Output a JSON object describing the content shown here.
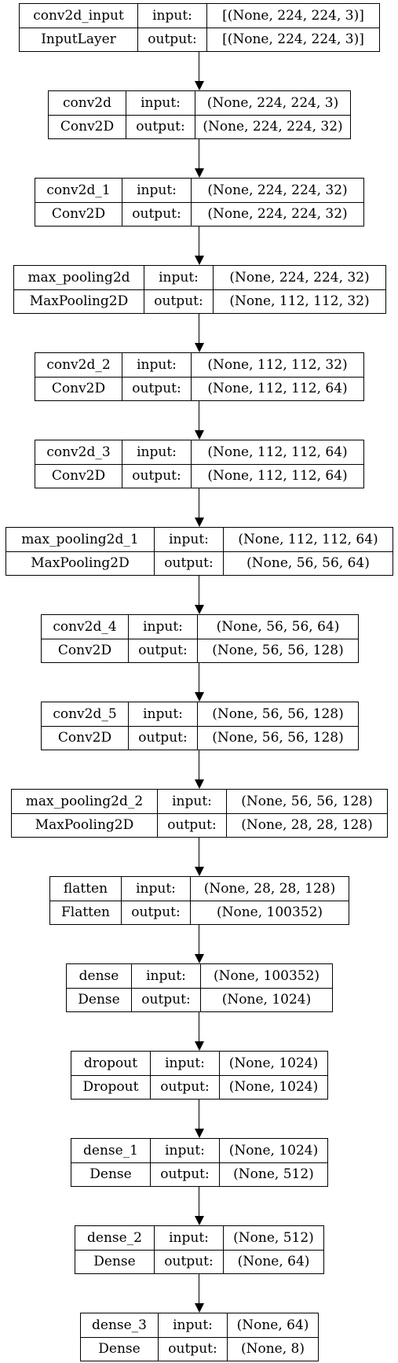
{
  "labels": {
    "input": "input:",
    "output": "output:"
  },
  "layers": [
    {
      "name": "conv2d_input",
      "type": "InputLayer",
      "input_shape": "[(None, 224, 224, 3)]",
      "output_shape": "[(None, 224, 224, 3)]"
    },
    {
      "name": "conv2d",
      "type": "Conv2D",
      "input_shape": "(None, 224, 224, 3)",
      "output_shape": "(None, 224, 224, 32)"
    },
    {
      "name": "conv2d_1",
      "type": "Conv2D",
      "input_shape": "(None, 224, 224, 32)",
      "output_shape": "(None, 224, 224, 32)"
    },
    {
      "name": "max_pooling2d",
      "type": "MaxPooling2D",
      "input_shape": "(None, 224, 224, 32)",
      "output_shape": "(None, 112, 112, 32)"
    },
    {
      "name": "conv2d_2",
      "type": "Conv2D",
      "input_shape": "(None, 112, 112, 32)",
      "output_shape": "(None, 112, 112, 64)"
    },
    {
      "name": "conv2d_3",
      "type": "Conv2D",
      "input_shape": "(None, 112, 112, 64)",
      "output_shape": "(None, 112, 112, 64)"
    },
    {
      "name": "max_pooling2d_1",
      "type": "MaxPooling2D",
      "input_shape": "(None, 112, 112, 64)",
      "output_shape": "(None, 56, 56, 64)"
    },
    {
      "name": "conv2d_4",
      "type": "Conv2D",
      "input_shape": "(None, 56, 56, 64)",
      "output_shape": "(None, 56, 56, 128)"
    },
    {
      "name": "conv2d_5",
      "type": "Conv2D",
      "input_shape": "(None, 56, 56, 128)",
      "output_shape": "(None, 56, 56, 128)"
    },
    {
      "name": "max_pooling2d_2",
      "type": "MaxPooling2D",
      "input_shape": "(None, 56, 56, 128)",
      "output_shape": "(None, 28, 28, 128)"
    },
    {
      "name": "flatten",
      "type": "Flatten",
      "input_shape": "(None, 28, 28, 128)",
      "output_shape": "(None, 100352)"
    },
    {
      "name": "dense",
      "type": "Dense",
      "input_shape": "(None, 100352)",
      "output_shape": "(None, 1024)"
    },
    {
      "name": "dropout",
      "type": "Dropout",
      "input_shape": "(None, 1024)",
      "output_shape": "(None, 1024)"
    },
    {
      "name": "dense_1",
      "type": "Dense",
      "input_shape": "(None, 1024)",
      "output_shape": "(None, 512)"
    },
    {
      "name": "dense_2",
      "type": "Dense",
      "input_shape": "(None, 512)",
      "output_shape": "(None, 64)"
    },
    {
      "name": "dense_3",
      "type": "Dense",
      "input_shape": "(None, 64)",
      "output_shape": "(None, 8)"
    }
  ]
}
